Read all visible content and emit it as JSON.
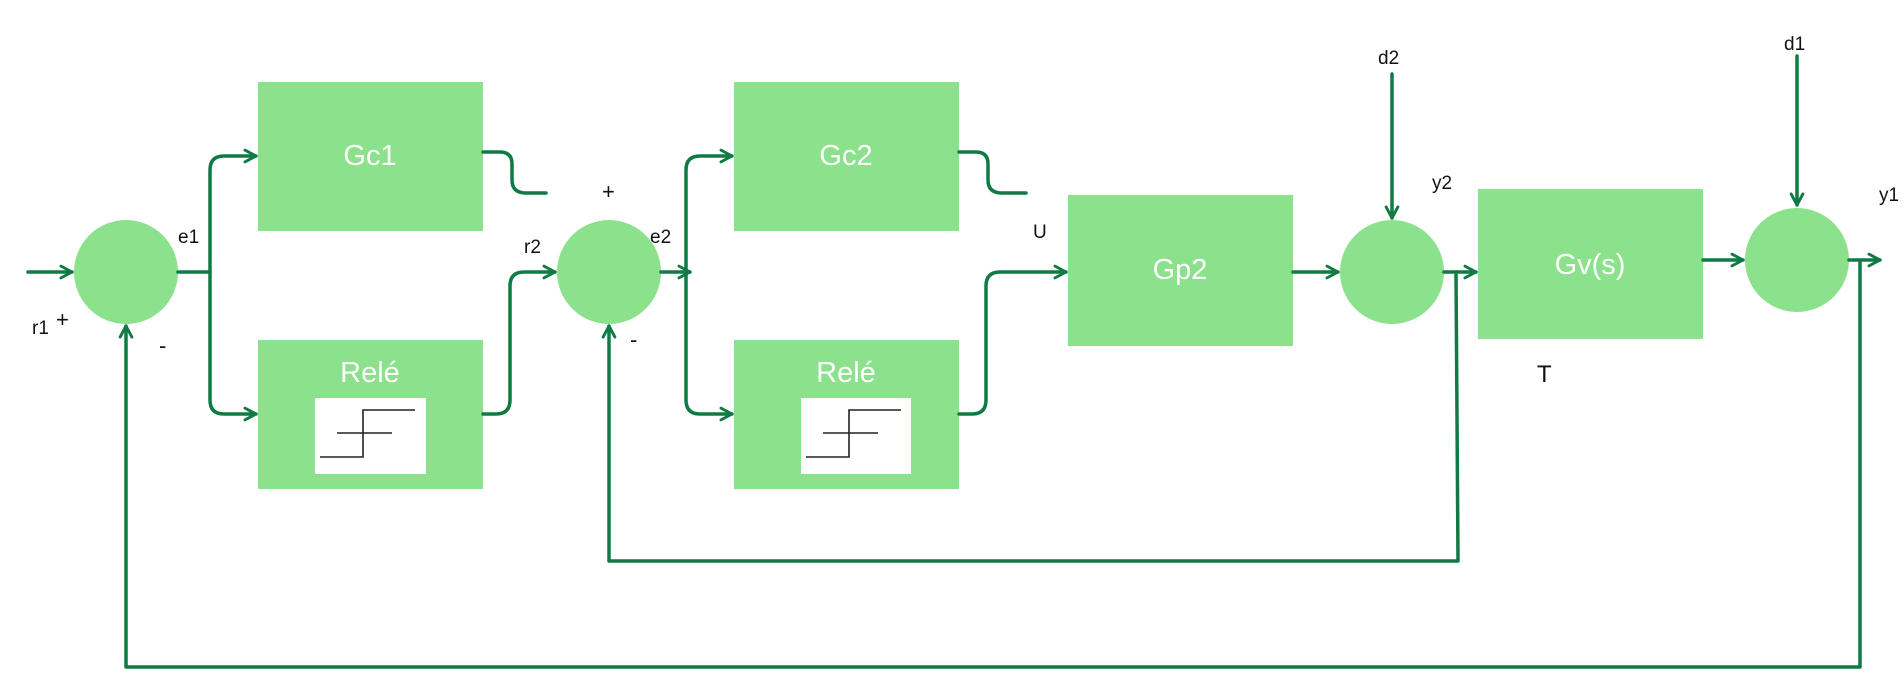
{
  "blocks": {
    "gc1": "Gc1",
    "gc2": "Gc2",
    "rele1": "Relé",
    "rele2": "Relé",
    "gp2": "Gp2",
    "gv": "Gv(s)"
  },
  "signals": {
    "r1": "r1",
    "e1": "e1",
    "r2": "r2",
    "e2": "e2",
    "u": "U",
    "d2": "d2",
    "y2": "y2",
    "d1": "d1",
    "y1": "y1",
    "t": "T"
  },
  "signs": {
    "sum1_plus": "+",
    "sum1_minus": "-",
    "sum2_plus": "+",
    "sum2_minus": "-"
  },
  "colors": {
    "block_fill": "#8ce28c",
    "wire": "#107a44",
    "block_text": "#ffffff"
  }
}
